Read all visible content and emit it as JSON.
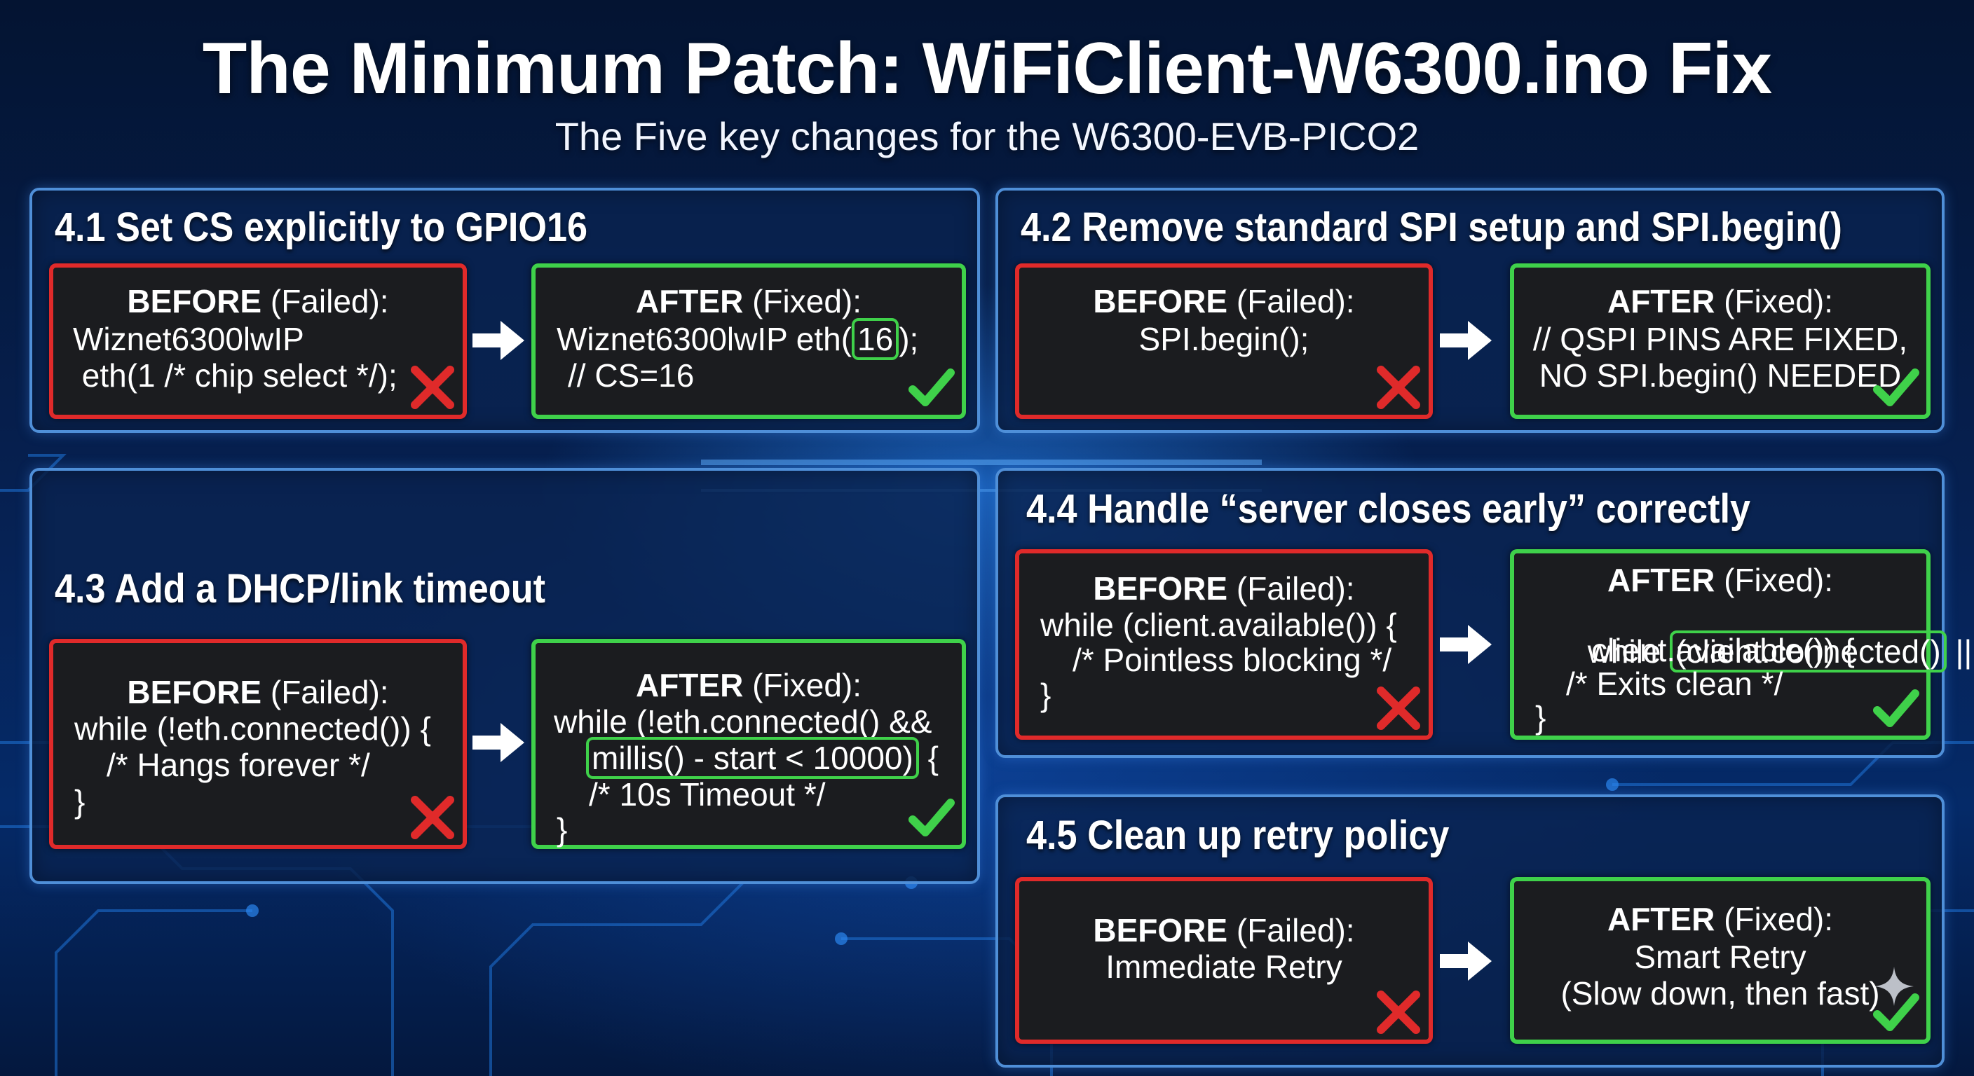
{
  "header": {
    "title": "The Minimum Patch: WiFiClient-W6300.ino Fix",
    "subtitle": "The Five key changes for the W6300-EVB-PICO2"
  },
  "labels": {
    "before": "BEFORE",
    "failed": "(Failed):",
    "after": "AFTER",
    "fixed": "(Fixed):"
  },
  "colors": {
    "background": "#062050",
    "panel_border": "#4f8fd8",
    "before_border": "#e02a2a",
    "after_border": "#3fd14a",
    "code_bg": "#1b1c1f"
  },
  "icons": {
    "fail": "red-x-icon",
    "success": "green-check-icon",
    "transition": "white-arrow-right-icon",
    "brand": "sparkle-icon"
  },
  "panels": [
    {
      "id": "4.1",
      "heading": "4.1 Set CS explicitly to GPIO16",
      "before_lines": [
        "Wiznet6300lwIP",
        " eth(1 /* chip select */);"
      ],
      "after_lines": {
        "line1_pre": "Wiznet6300lwIP eth(",
        "line1_hl": "16",
        "line1_post": ");",
        "line2": "// CS=16"
      }
    },
    {
      "id": "4.2",
      "heading": "4.2 Remove standard SPI setup and SPI.begin()",
      "before_lines": [
        "SPI.begin();"
      ],
      "after_lines": [
        "// QSPI PINS ARE FIXED,",
        "NO SPI.begin() NEEDED"
      ]
    },
    {
      "id": "4.3",
      "heading": "4.3 Add a DHCP/link timeout",
      "before_lines": [
        "while (!eth.connected()) {",
        "/* Hangs forever */",
        "}"
      ],
      "after_lines": {
        "line1": "while (!eth.connected() &&",
        "line2_hl": "millis() - start < 10000)",
        "line2_post": " {",
        "line3": "/* 10s Timeout */",
        "line4": "}"
      }
    },
    {
      "id": "4.4",
      "heading": "4.4 Handle “server closes early” correctly",
      "before_lines": [
        "while (client.available()) {",
        "/* Pointless blocking */",
        "}"
      ],
      "after_lines": {
        "line1_pre": "while ",
        "line1_hl": "(client.connected()",
        "line1_post": " ||",
        "line2": "client.available()) {",
        "line3": "/* Exits clean */",
        "line4": "}"
      }
    },
    {
      "id": "4.5",
      "heading": "4.5 Clean up retry policy",
      "before_lines": [
        "Immediate Retry"
      ],
      "after_lines": [
        "Smart Retry",
        "(Slow down, then fast)"
      ]
    }
  ]
}
